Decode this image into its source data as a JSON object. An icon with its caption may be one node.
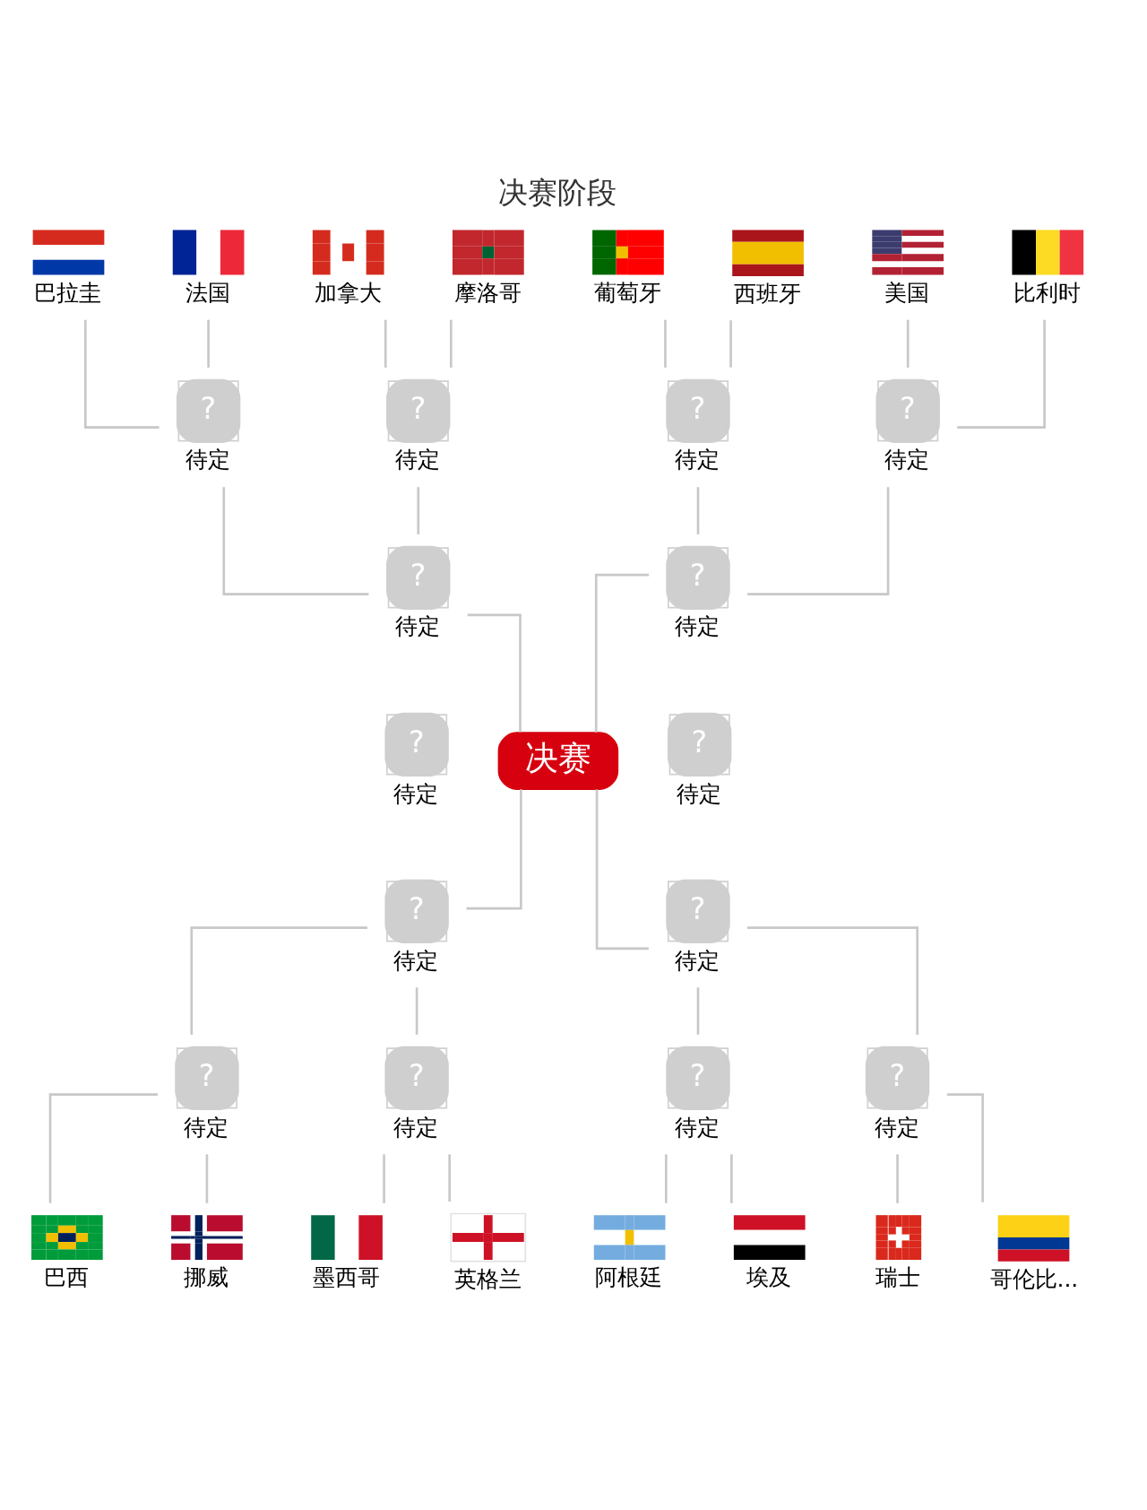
{
  "diagram": {
    "title": "决赛阶段",
    "nodes": [
      {
        "text": [
          "巴拉圭"
        ]
      },
      {
        "text": [
          "法国"
        ]
      },
      {
        "text": [
          "加拿大"
        ]
      },
      {
        "text": [
          "摩洛哥"
        ]
      },
      {
        "text": [
          "葡萄牙"
        ]
      },
      {
        "text": [
          "西班牙"
        ]
      },
      {
        "text": [
          "美国"
        ]
      },
      {
        "text": [
          "比利时"
        ]
      },
      {
        "text": [
          "?",
          "待定"
        ]
      },
      {
        "text": [
          "?",
          "待定"
        ]
      },
      {
        "text": [
          "?",
          "待定"
        ]
      },
      {
        "text": [
          "?",
          "待定"
        ]
      },
      {
        "text": [
          "?",
          "待定"
        ]
      },
      {
        "text": [
          "?",
          "待定"
        ]
      },
      {
        "text": [
          "?",
          "待定"
        ]
      },
      {
        "text": [
          "决赛"
        ]
      },
      {
        "text": [
          "?",
          "待定"
        ]
      },
      {
        "text": [
          "?",
          "待定"
        ]
      },
      {
        "text": [
          "?",
          "待定"
        ]
      },
      {
        "text": [
          "?",
          "待定"
        ]
      },
      {
        "text": [
          "?",
          "待定"
        ]
      },
      {
        "text": [
          "?",
          "待定"
        ]
      },
      {
        "text": [
          "?",
          "待定"
        ]
      },
      {
        "text": [
          "巴西"
        ]
      },
      {
        "text": [
          "挪威"
        ]
      },
      {
        "text": [
          "墨西哥"
        ]
      },
      {
        "text": [
          "英格兰"
        ]
      },
      {
        "text": [
          "阿根廷"
        ]
      },
      {
        "text": [
          "埃及"
        ]
      },
      {
        "text": [
          "瑞士"
        ]
      },
      {
        "text": [
          "哥伦比..."
        ]
      }
    ],
    "edges": [
      {
        "from": 0,
        "to": 8,
        "arrow": "none"
      },
      {
        "from": 1,
        "to": 8,
        "arrow": "none"
      },
      {
        "from": 2,
        "to": 9,
        "arrow": "none"
      },
      {
        "from": 3,
        "to": 9,
        "arrow": "none"
      },
      {
        "from": 4,
        "to": 10,
        "arrow": "none"
      },
      {
        "from": 5,
        "to": 10,
        "arrow": "none"
      },
      {
        "from": 6,
        "to": 11,
        "arrow": "none"
      },
      {
        "from": 7,
        "to": 11,
        "arrow": "none"
      },
      {
        "from": 8,
        "to": 12,
        "arrow": "none"
      },
      {
        "from": 9,
        "to": 12,
        "arrow": "none"
      },
      {
        "from": 10,
        "to": 13,
        "arrow": "none"
      },
      {
        "from": 11,
        "to": 13,
        "arrow": "none"
      },
      {
        "from": 12,
        "to": 15,
        "arrow": "none"
      },
      {
        "from": 13,
        "to": 15,
        "arrow": "none"
      },
      {
        "from": 15,
        "to": 17,
        "arrow": "none"
      },
      {
        "from": 15,
        "to": 18,
        "arrow": "none"
      },
      {
        "from": 17,
        "to": 19,
        "arrow": "none"
      },
      {
        "from": 17,
        "to": 20,
        "arrow": "none"
      },
      {
        "from": 18,
        "to": 21,
        "arrow": "none"
      },
      {
        "from": 18,
        "to": 22,
        "arrow": "none"
      },
      {
        "from": 19,
        "to": 23,
        "arrow": "none"
      },
      {
        "from": 19,
        "to": 24,
        "arrow": "none"
      },
      {
        "from": 20,
        "to": 25,
        "arrow": "none"
      },
      {
        "from": 20,
        "to": 26,
        "arrow": "none"
      },
      {
        "from": 21,
        "to": 27,
        "arrow": "none"
      },
      {
        "from": 21,
        "to": 28,
        "arrow": "none"
      },
      {
        "from": 22,
        "to": 29,
        "arrow": "none"
      },
      {
        "from": 22,
        "to": 30,
        "arrow": "none"
      }
    ]
  }
}
